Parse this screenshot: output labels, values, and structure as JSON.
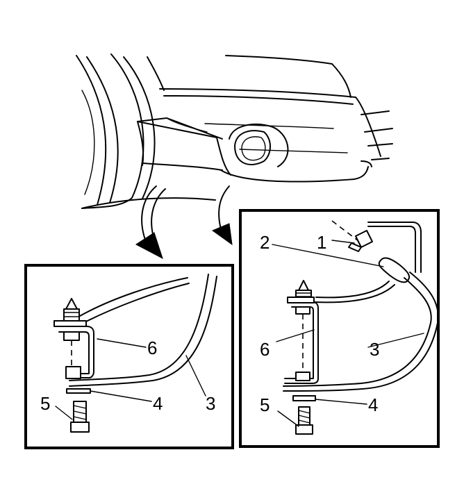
{
  "callouts": {
    "left": {
      "bracket": "6",
      "washer": "4",
      "bolt": "5",
      "deflector": "3"
    },
    "right": {
      "fastener": "1",
      "grommet": "2",
      "bracket": "6",
      "deflector": "3",
      "washer": "4",
      "bolt": "5"
    }
  }
}
